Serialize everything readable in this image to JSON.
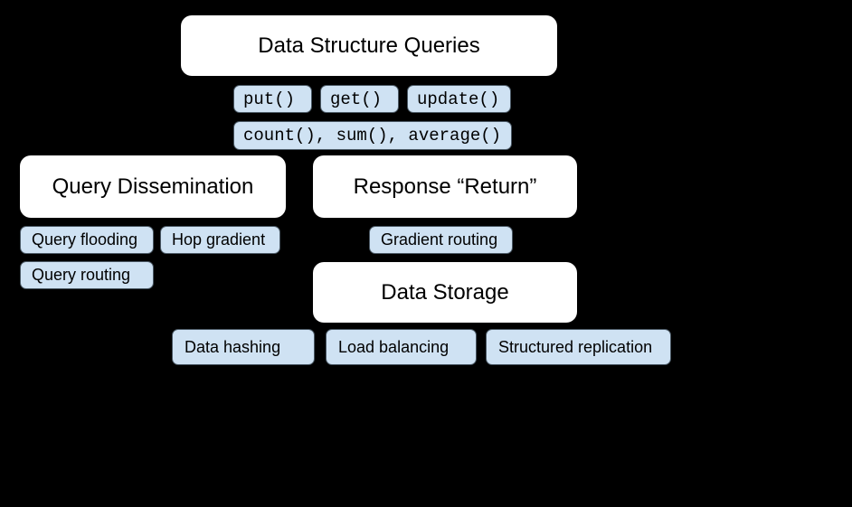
{
  "colors": {
    "background": "#000000",
    "card_fill": "#ffffff",
    "chip_fill": "#cfe2f3",
    "chip_border": "#4a5864",
    "text": "#000000"
  },
  "diagram": {
    "title_card": {
      "label": "Data Structure Queries"
    },
    "op_chips": [
      {
        "label": "put()"
      },
      {
        "label": "get()"
      },
      {
        "label": "update()"
      }
    ],
    "aggregate_chip": {
      "label": "count(), sum(), average()"
    },
    "query_dissemination": {
      "title": "Query Dissemination",
      "chips": [
        {
          "label": "Query flooding"
        },
        {
          "label": "Hop gradient"
        },
        {
          "label": "Query routing"
        }
      ]
    },
    "response_return": {
      "title": "Response “Return”",
      "chips": [
        {
          "label": "Gradient routing"
        }
      ]
    },
    "data_storage": {
      "title": "Data Storage",
      "chips": [
        {
          "label": "Data hashing"
        },
        {
          "label": "Load balancing"
        },
        {
          "label": "Structured replication"
        }
      ]
    }
  }
}
